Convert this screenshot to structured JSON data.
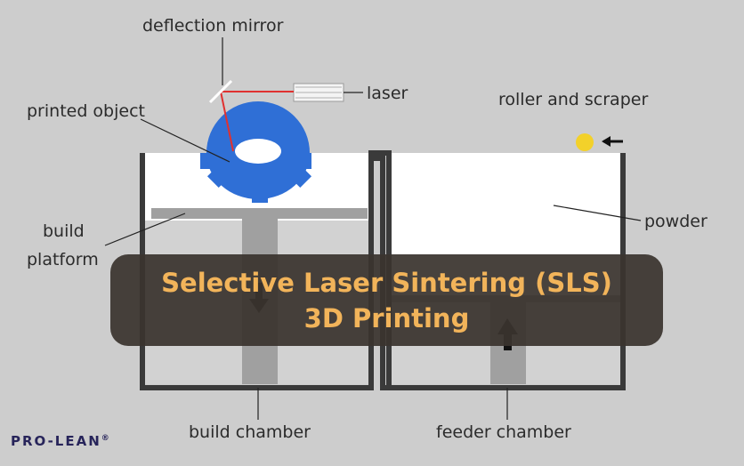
{
  "labels": {
    "deflection_mirror": "deflection mirror",
    "laser": "laser",
    "printed_object": "printed object",
    "roller_and_scraper": "roller and scraper",
    "build_platform_line1": "build",
    "build_platform_line2": "platform",
    "powder": "powder",
    "build_chamber": "build chamber",
    "feeder_chamber": "feeder chamber"
  },
  "banner": {
    "line1": "Selective Laser Sintering (SLS)",
    "line2": "3D Printing"
  },
  "logo": {
    "text": "PRO-LEAN",
    "mark": "®"
  },
  "colors": {
    "background": "#cdcdcd",
    "chamber_wall": "#3a3a3a",
    "powder": "#ffffff",
    "gear": "#2f6fd6",
    "laser_beam": "#e0312f",
    "roller": "#f3d12a",
    "banner_text": "#f2b45a",
    "logo": "#27245a"
  }
}
